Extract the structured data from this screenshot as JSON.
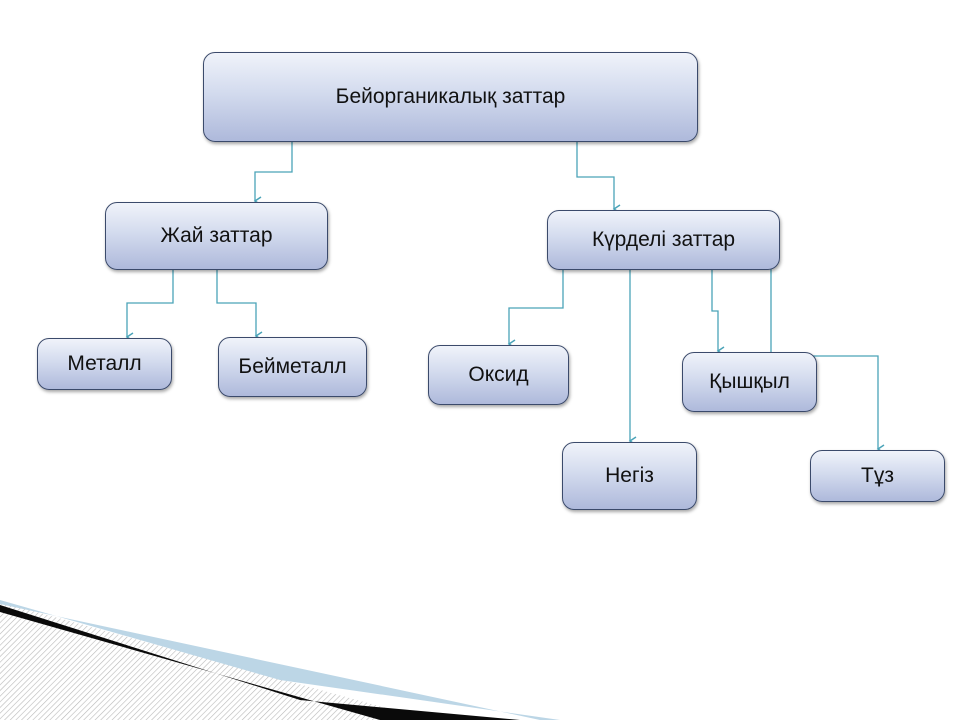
{
  "diagram": {
    "root": {
      "label": "Бейорганикалық заттар"
    },
    "simple": {
      "label": "Жай заттар"
    },
    "complex": {
      "label": "Күрделі заттар"
    },
    "metal": {
      "label": "Металл"
    },
    "nonmetal": {
      "label": "Бейметалл"
    },
    "oxide": {
      "label": "Оксид"
    },
    "base": {
      "label": "Негіз"
    },
    "acid": {
      "label": "Қышқыл"
    },
    "salt": {
      "label": "Тұз"
    }
  },
  "colors": {
    "connector": "#4aa3b8",
    "node_border": "#3b4a6b"
  }
}
